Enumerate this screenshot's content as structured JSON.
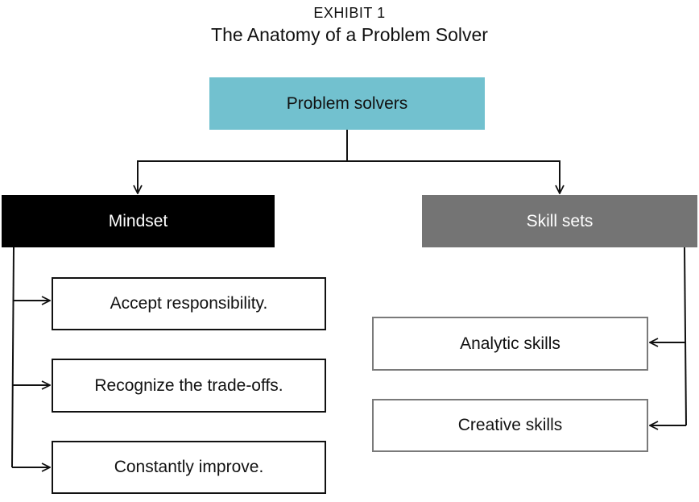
{
  "header": {
    "exhibit": "EXHIBIT 1",
    "title": "The Anatomy of a Problem Solver"
  },
  "root": {
    "label": "Problem solvers"
  },
  "branches": {
    "mindset": {
      "label": "Mindset",
      "items": [
        "Accept responsibility.",
        "Recognize the trade-offs.",
        "Constantly improve."
      ]
    },
    "skill_sets": {
      "label": "Skill sets",
      "items": [
        "Analytic skills",
        "Creative skills"
      ]
    }
  },
  "colors": {
    "root": "#72c1cf",
    "mindset": "#000000",
    "skill_sets": "#747474"
  }
}
